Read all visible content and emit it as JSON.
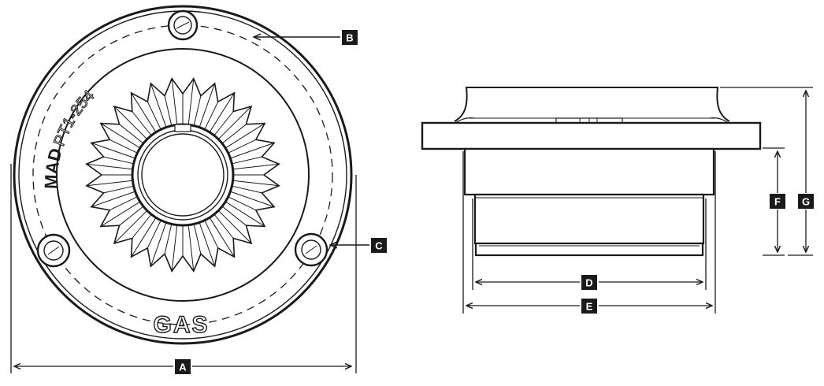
{
  "product": {
    "brand": "MAD",
    "model": "PT1-254",
    "logo": "GAS"
  },
  "dimension_labels": {
    "a": "A",
    "b": "B",
    "c": "C",
    "d": "D",
    "e": "E",
    "f": "F",
    "g": "G"
  },
  "colors": {
    "line": "#1a1a1a",
    "label_box": "#1a1a1a",
    "label_text": "#ffffff",
    "background": "#ffffff"
  }
}
